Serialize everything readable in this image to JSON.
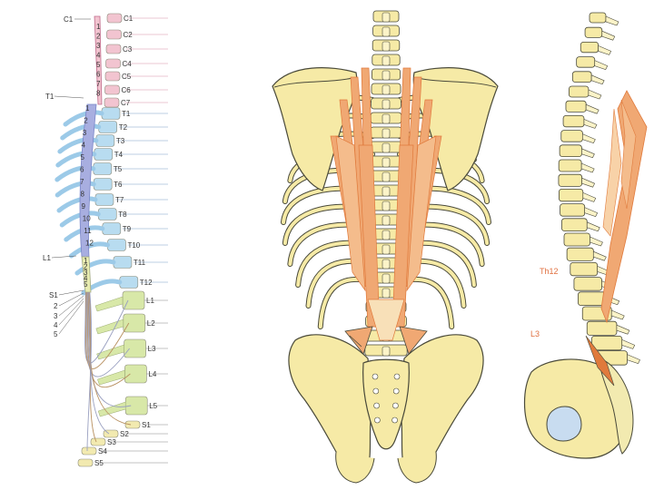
{
  "colors": {
    "cervical": "#f2c4d0",
    "thoracic": "#b8dcf0",
    "lumbar": "#d8e8a8",
    "sacral": "#f2eab0",
    "bone": "#f6eaa6",
    "bone_stroke": "#4a4a3a",
    "muscle": "#f0a873",
    "muscle_dark": "#e07a3c",
    "cord_cervical": "#c06a8a",
    "cord_thoracic": "#7a86c8",
    "cord_lumbar": "#9aa0c0",
    "accent_label": "#e07040"
  },
  "left_panel": {
    "level_labels": {
      "cervical": [
        "C1",
        "C2",
        "C3",
        "C4",
        "C5",
        "C6",
        "C7"
      ],
      "thoracic": [
        "T1",
        "T2",
        "T3",
        "T4",
        "T5",
        "T6",
        "T7",
        "T8",
        "T9",
        "T10",
        "T11",
        "T12"
      ],
      "lumbar": [
        "L1",
        "L2",
        "L3",
        "L4",
        "L5"
      ],
      "sacral": [
        "S1",
        "S2",
        "S3",
        "S4",
        "S5"
      ]
    },
    "segment_numbers": {
      "cervical": [
        "1",
        "2",
        "3",
        "4",
        "5",
        "6",
        "7",
        "8"
      ],
      "thoracic": [
        "1",
        "2",
        "3",
        "4",
        "5",
        "6",
        "7",
        "8",
        "9",
        "10",
        "11",
        "12"
      ],
      "lumbar": [
        "1",
        "2",
        "3",
        "4",
        "5"
      ]
    },
    "outer_labels": {
      "c1": "C1",
      "t1": "T1",
      "l1": "L1",
      "s1": "S1",
      "s_numbers": [
        "2",
        "3",
        "4",
        "5"
      ]
    }
  },
  "right_panel": {
    "label_upper": "Th12",
    "label_lower": "L3"
  }
}
